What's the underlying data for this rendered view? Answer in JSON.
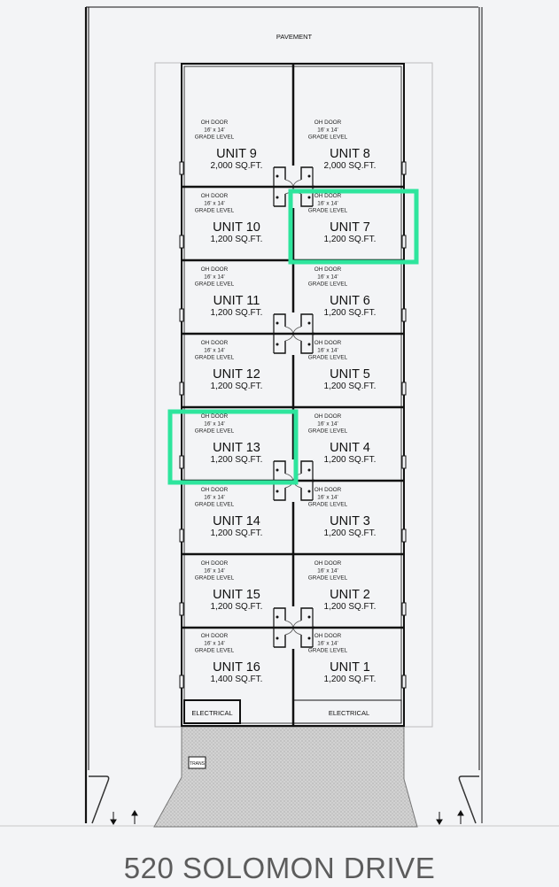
{
  "labels": {
    "pavement": "PAVEMENT",
    "electrical_left": "ELECTRICAL",
    "electrical_right": "ELECTRICAL",
    "trans": "TRANS"
  },
  "door_text": [
    "OH DOOR",
    "16' x 14'",
    "GRADE LEVEL"
  ],
  "address": "520 SOLOMON DRIVE",
  "highlight_color": "#2ee59d",
  "rows": [
    {
      "left": {
        "name": "UNIT 9",
        "area": "2,000 SQ.FT."
      },
      "right": {
        "name": "UNIT 8",
        "area": "2,000 SQ.FT."
      }
    },
    {
      "left": {
        "name": "UNIT 10",
        "area": "1,200 SQ.FT."
      },
      "right": {
        "name": "UNIT 7",
        "area": "1,200 SQ.FT."
      }
    },
    {
      "left": {
        "name": "UNIT 11",
        "area": "1,200 SQ.FT."
      },
      "right": {
        "name": "UNIT 6",
        "area": "1,200 SQ.FT."
      }
    },
    {
      "left": {
        "name": "UNIT 12",
        "area": "1,200 SQ.FT."
      },
      "right": {
        "name": "UNIT 5",
        "area": "1,200 SQ.FT."
      }
    },
    {
      "left": {
        "name": "UNIT 13",
        "area": "1,200 SQ.FT."
      },
      "right": {
        "name": "UNIT 4",
        "area": "1,200 SQ.FT."
      }
    },
    {
      "left": {
        "name": "UNIT 14",
        "area": "1,200 SQ.FT."
      },
      "right": {
        "name": "UNIT 3",
        "area": "1,200 SQ.FT."
      }
    },
    {
      "left": {
        "name": "UNIT 15",
        "area": "1,200 SQ.FT."
      },
      "right": {
        "name": "UNIT 2",
        "area": "1,200 SQ.FT."
      }
    },
    {
      "left": {
        "name": "UNIT 16",
        "area": "1,400 SQ.FT."
      },
      "right": {
        "name": "UNIT 1",
        "area": "1,200 SQ.FT."
      }
    }
  ],
  "highlighted_units": [
    "UNIT 7",
    "UNIT 13"
  ]
}
